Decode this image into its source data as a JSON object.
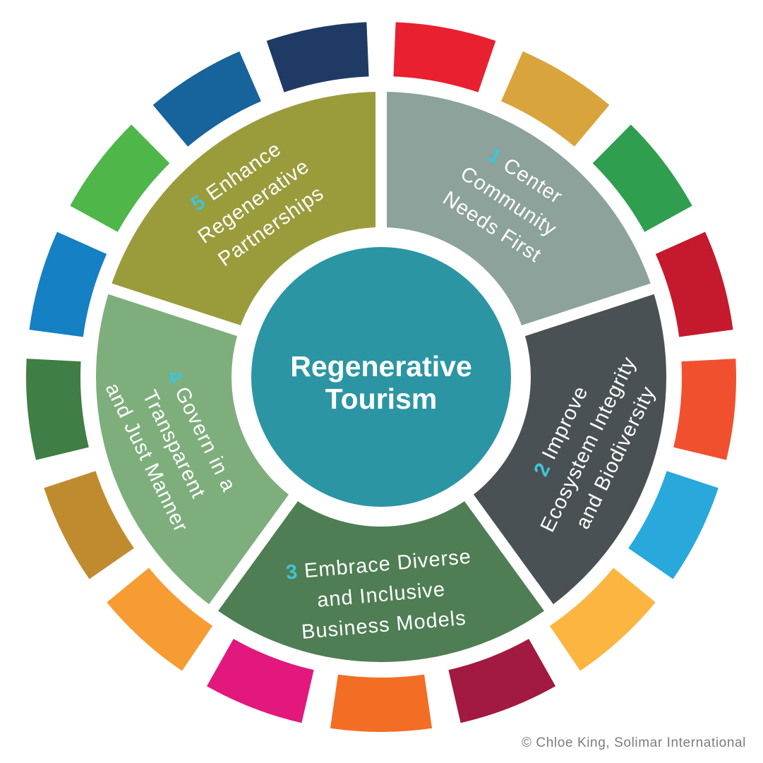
{
  "center": {
    "title_lines": [
      "Regenerative",
      "Tourism"
    ],
    "bg_color": "#2B95A4",
    "text_color": "#FFFFFF"
  },
  "accent_number_color": "#3FC4D9",
  "principles": [
    {
      "number": "1",
      "lines": [
        "Center",
        "Community",
        "Needs First"
      ],
      "color": "#8CA29A"
    },
    {
      "number": "2",
      "lines": [
        "Improve",
        "Ecosystem Integrity",
        "and Biodiversity"
      ],
      "color": "#4A5154"
    },
    {
      "number": "3",
      "lines": [
        "Embrace Diverse",
        "and Inclusive",
        "Business Models"
      ],
      "color": "#4F7D54"
    },
    {
      "number": "4",
      "lines": [
        "Govern in a",
        "Transparent",
        "and Just Manner"
      ],
      "color": "#7EAE7C"
    },
    {
      "number": "5",
      "lines": [
        "Enhance",
        "Regenerative",
        "Partnerships"
      ],
      "color": "#9A9C3C"
    }
  ],
  "principle_text_color": "#FFFFFF",
  "outer_ring": {
    "segment_colors": [
      "#E8202F",
      "#D9A43C",
      "#2F9E4F",
      "#C5192D",
      "#F1502F",
      "#29A8DC",
      "#FBB540",
      "#A21942",
      "#F36D25",
      "#E2187D",
      "#F79B33",
      "#BF8B2E",
      "#3F7E44",
      "#1580C4",
      "#4FB64A",
      "#17639C",
      "#203A66"
    ]
  },
  "footer": {
    "copyright": "© Chloe King, Solimar International",
    "color": "#7C7C7C"
  }
}
